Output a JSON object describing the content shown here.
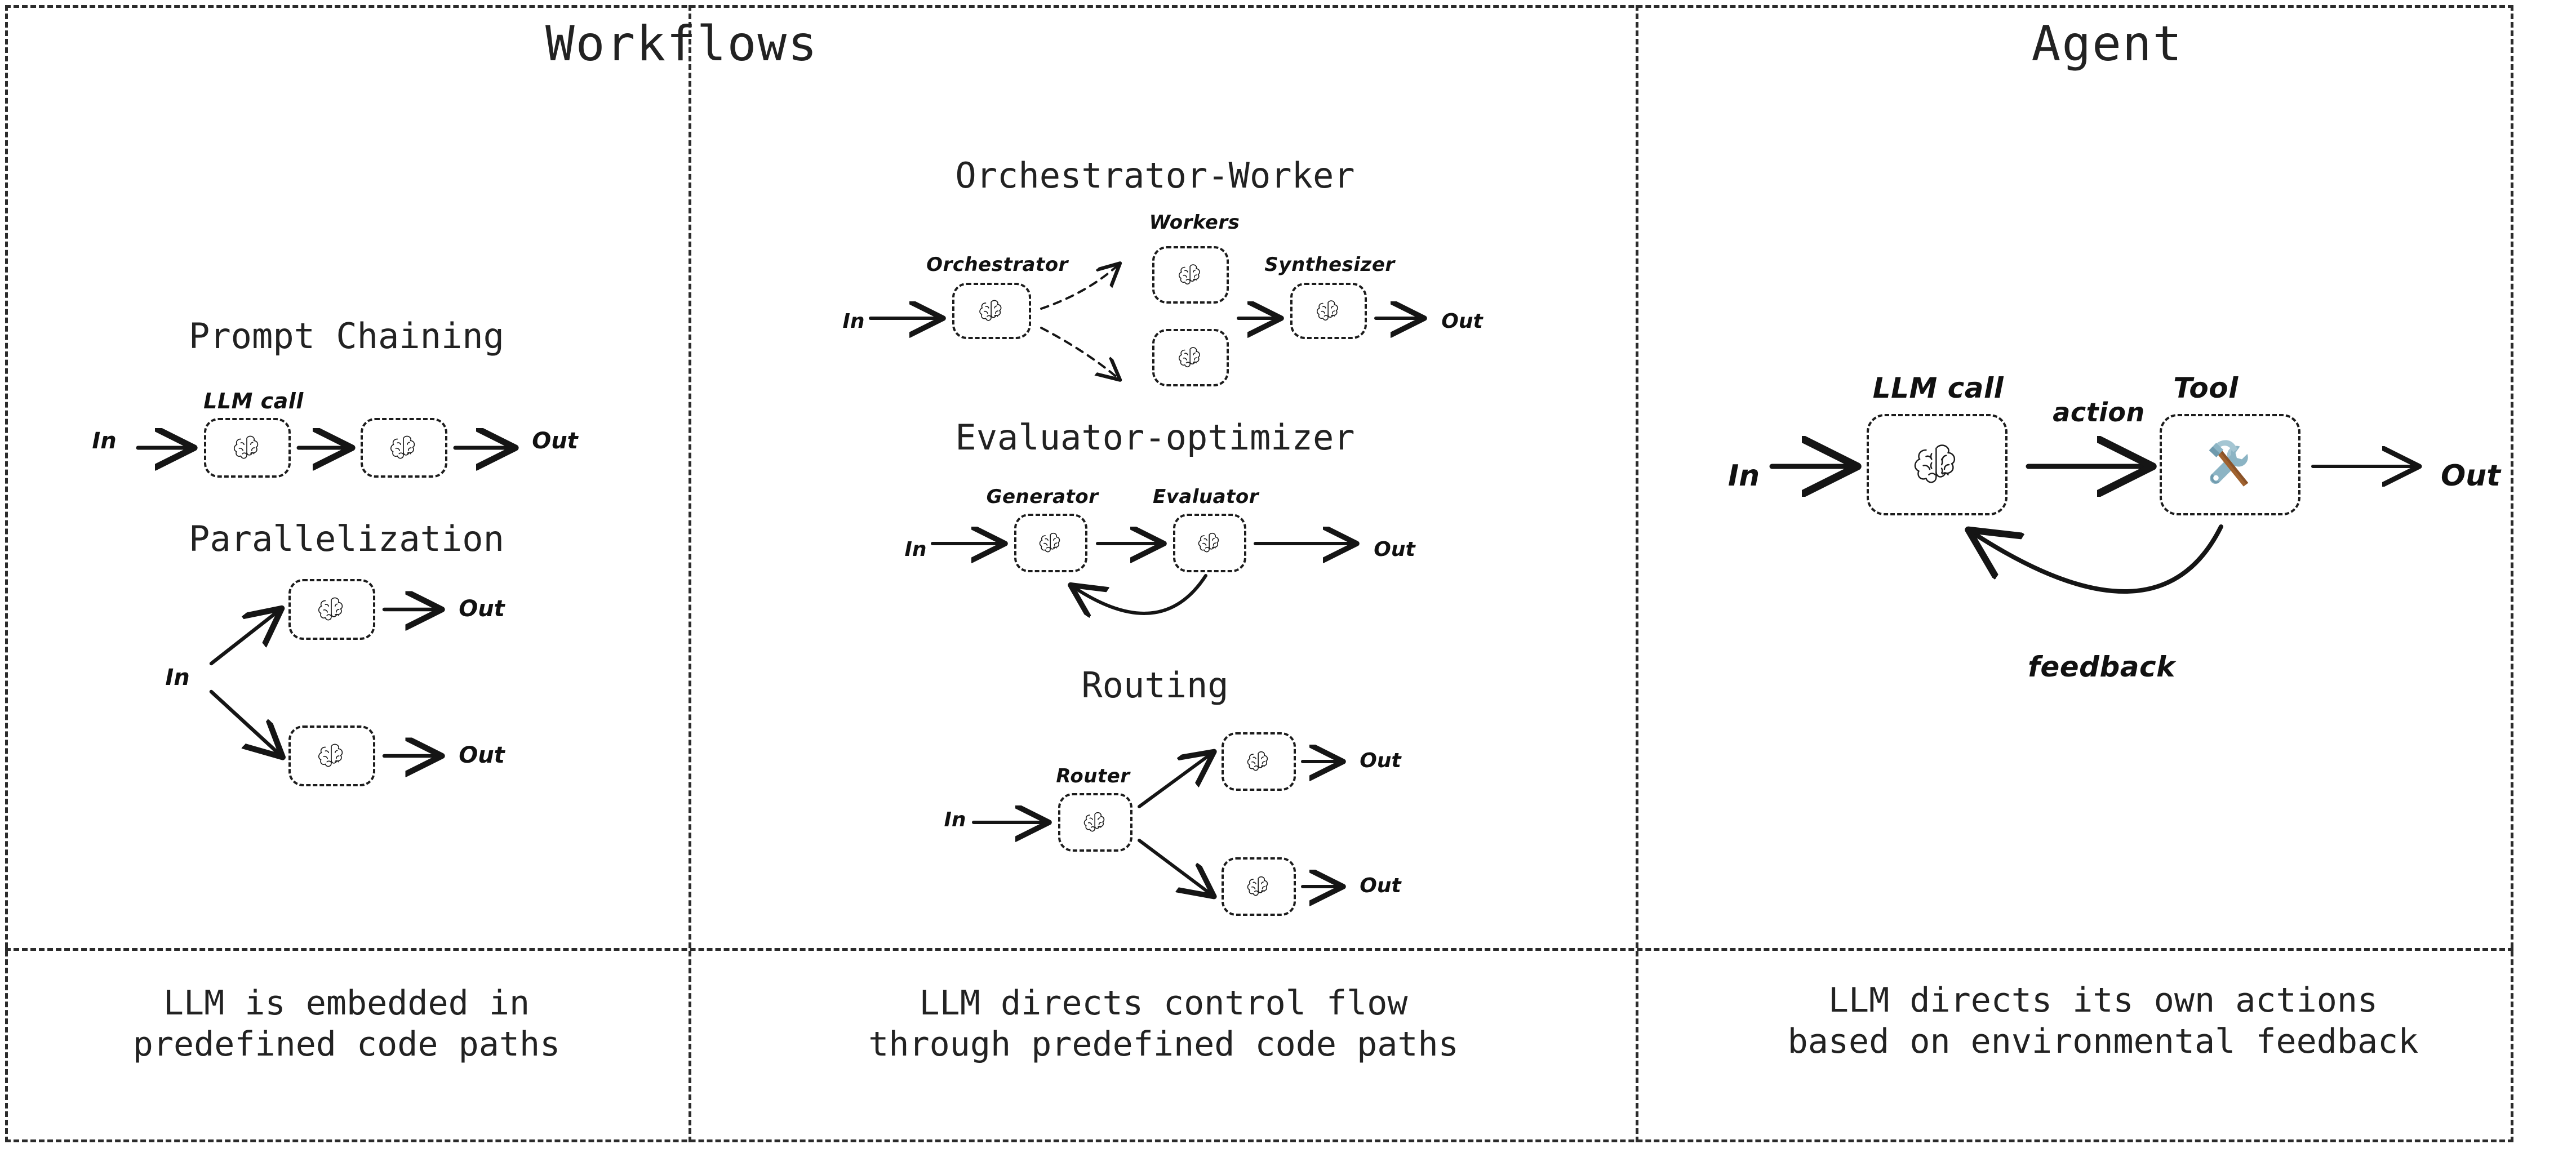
{
  "figure": {
    "kind": "agentic-patterns-diagram",
    "columns": [
      {
        "id": "workflows-left",
        "header": "Workflows"
      },
      {
        "id": "workflows-right",
        "header": "Workflows"
      },
      {
        "id": "agent",
        "header": "Agent"
      }
    ],
    "headers": {
      "workflows": "Workflows",
      "agent": "Agent"
    },
    "captions": {
      "left": "LLM is embedded in\npredefined code paths",
      "middle": "LLM directs control flow\nthrough predefined code paths",
      "right": "LLM directs its own actions\nbased on environmental feedback"
    },
    "colors": {
      "ink": "#222222",
      "border": "#1c1c1c",
      "background": "#ffffff",
      "tool_metal": "#8cb4c4",
      "tool_metal_dark": "#6f9aad",
      "tool_handle": "#a0622f"
    },
    "patterns": [
      {
        "id": "prompt-chaining",
        "title": "Prompt Chaining",
        "column": "workflows-left",
        "node_labels": [
          "LLM call"
        ],
        "in_label": "In",
        "out_labels": [
          "Out"
        ],
        "nodes": [
          {
            "name": "llm-call-1",
            "icon": "brain-icon",
            "label": "LLM call"
          },
          {
            "name": "llm-call-2",
            "icon": "brain-icon",
            "label": ""
          }
        ]
      },
      {
        "id": "parallelization",
        "title": "Parallelization",
        "column": "workflows-left",
        "in_label": "In",
        "out_labels": [
          "Out",
          "Out"
        ],
        "nodes": [
          {
            "name": "parallel-branch-1",
            "icon": "brain-icon",
            "label": ""
          },
          {
            "name": "parallel-branch-2",
            "icon": "brain-icon",
            "label": ""
          }
        ]
      },
      {
        "id": "orchestrator-worker",
        "title": "Orchestrator-Worker",
        "column": "workflows-right",
        "in_label": "In",
        "out_labels": [
          "Out"
        ],
        "group_label": "Workers",
        "nodes": [
          {
            "name": "orchestrator",
            "icon": "brain-icon",
            "label": "Orchestrator"
          },
          {
            "name": "worker-1",
            "icon": "brain-icon",
            "label": ""
          },
          {
            "name": "worker-2",
            "icon": "brain-icon",
            "label": ""
          },
          {
            "name": "synthesizer",
            "icon": "brain-icon",
            "label": "Synthesizer"
          }
        ]
      },
      {
        "id": "evaluator-optimizer",
        "title": "Evaluator-optimizer",
        "column": "workflows-right",
        "in_label": "In",
        "out_labels": [
          "Out"
        ],
        "nodes": [
          {
            "name": "generator",
            "icon": "brain-icon",
            "label": "Generator"
          },
          {
            "name": "evaluator",
            "icon": "brain-icon",
            "label": "Evaluator"
          }
        ]
      },
      {
        "id": "routing",
        "title": "Routing",
        "column": "workflows-right",
        "in_label": "In",
        "out_labels": [
          "Out",
          "Out"
        ],
        "nodes": [
          {
            "name": "router",
            "icon": "brain-icon",
            "label": "Router"
          },
          {
            "name": "route-target-1",
            "icon": "brain-icon",
            "label": ""
          },
          {
            "name": "route-target-2",
            "icon": "brain-icon",
            "label": ""
          }
        ]
      },
      {
        "id": "agent",
        "title": "",
        "column": "agent",
        "in_label": "In",
        "out_labels": [
          "Out"
        ],
        "edge_labels": {
          "action": "action",
          "feedback": "feedback"
        },
        "nodes": [
          {
            "name": "agent-llm-call",
            "icon": "brain-icon",
            "label": "LLM call"
          },
          {
            "name": "agent-tool",
            "icon": "hammer-and-wrench-icon",
            "label": "Tool"
          }
        ]
      }
    ]
  }
}
